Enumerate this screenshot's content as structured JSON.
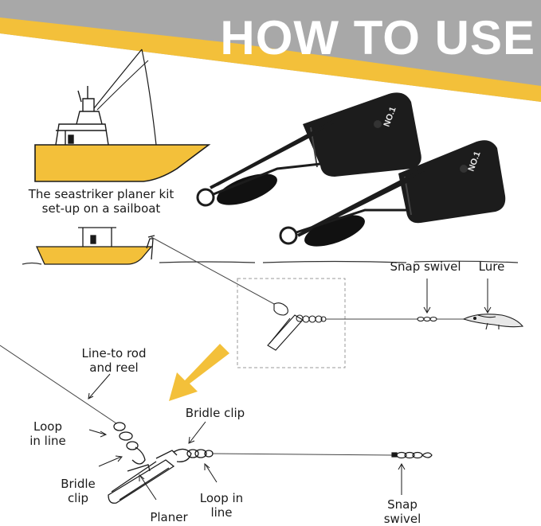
{
  "banner": {
    "title": "HOW TO USE",
    "bg_color": "#a8a8a8",
    "stripe_color": "#f3c03a"
  },
  "sailboat": {
    "caption_line1": "The seastriker planer kit",
    "caption_line2": "set-up on a sailboat",
    "hull_color": "#f3c03a"
  },
  "product": {
    "plate_label_1": "NO.1",
    "plate_label_2": "NO.1",
    "plate_color": "#1c1c1c"
  },
  "rig_labels": {
    "snap_swivel": "Snap swivel",
    "lure": "Lure"
  },
  "detail_labels": {
    "line_to_rod_1": "Line-to rod",
    "line_to_rod_2": "and reel",
    "loop_in_line_left_1": "Loop",
    "loop_in_line_left_2": "in line",
    "bridle_clip_top": "Bridle clip",
    "bridle_clip_left_1": "Bridle",
    "bridle_clip_left_2": "clip",
    "planer": "Planer",
    "loop_in_line_bottom_1": "Loop in",
    "loop_in_line_bottom_2": "line",
    "snap_swivel_1": "Snap",
    "snap_swivel_2": "swivel"
  },
  "arrow_color": "#f3c03a"
}
